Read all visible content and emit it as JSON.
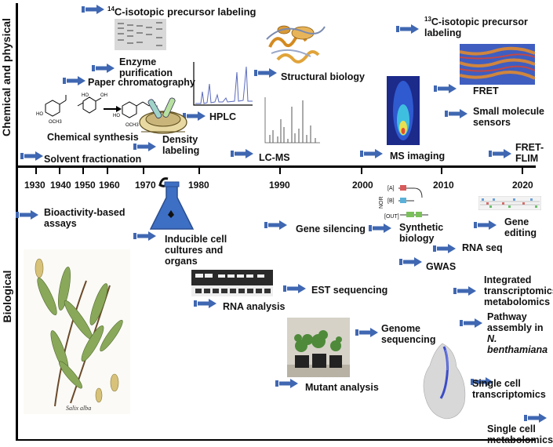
{
  "side_labels": {
    "top": "Chemical and physical",
    "bottom": "Biological"
  },
  "years": [
    "1930",
    "1940",
    "1950",
    "1960",
    "1970",
    "1980",
    "1990",
    "2000",
    "2010",
    "2020"
  ],
  "chemical": {
    "c14": "C-isotopic precursor labeling",
    "c14_sup": "14",
    "enzyme": "Enzyme purification",
    "paper": "Paper chromatography",
    "synthesis": "Chemical synthesis",
    "solvent": "Solvent fractionation",
    "density": "Density labeling",
    "hplc": "HPLC",
    "structural": "Structural biology",
    "lcms": "LC-MS",
    "msimaging": "MS imaging",
    "c13": "C-isotopic precursor labeling",
    "c13_sup": "13",
    "fret": "FRET",
    "smallmol": "Small molecule sensors",
    "fretflim": "FRET-FLIM"
  },
  "biological": {
    "bioactivity": "Bioactivity-based assays",
    "inducible": "Inducible cell cultures and organs",
    "rna_analysis": "RNA analysis",
    "gene_silencing": "Gene silencing",
    "est": "EST sequencing",
    "genome": "Genome sequencing",
    "mutant": "Mutant analysis",
    "synbio": "Synthetic biology",
    "gwas": "GWAS",
    "rnaseq": "RNA seq",
    "gene_editing": "Gene editing",
    "integrated": "Integrated transcriptomics/ metabolomics",
    "pathway": "Pathway assembly in",
    "pathway_italic": "N. benthamiana",
    "sc_trans": "Single cell transcriptomics",
    "sc_metab": "Single cell metabolomics",
    "salix": "Salix alba"
  },
  "circuit": {
    "a": "[A]",
    "b": "[B]",
    "out": "[OUT]",
    "nor": "NOR"
  },
  "colors": {
    "arrow": "#3f67b2",
    "flask": "#3d6fc4",
    "axis": "#000000"
  }
}
